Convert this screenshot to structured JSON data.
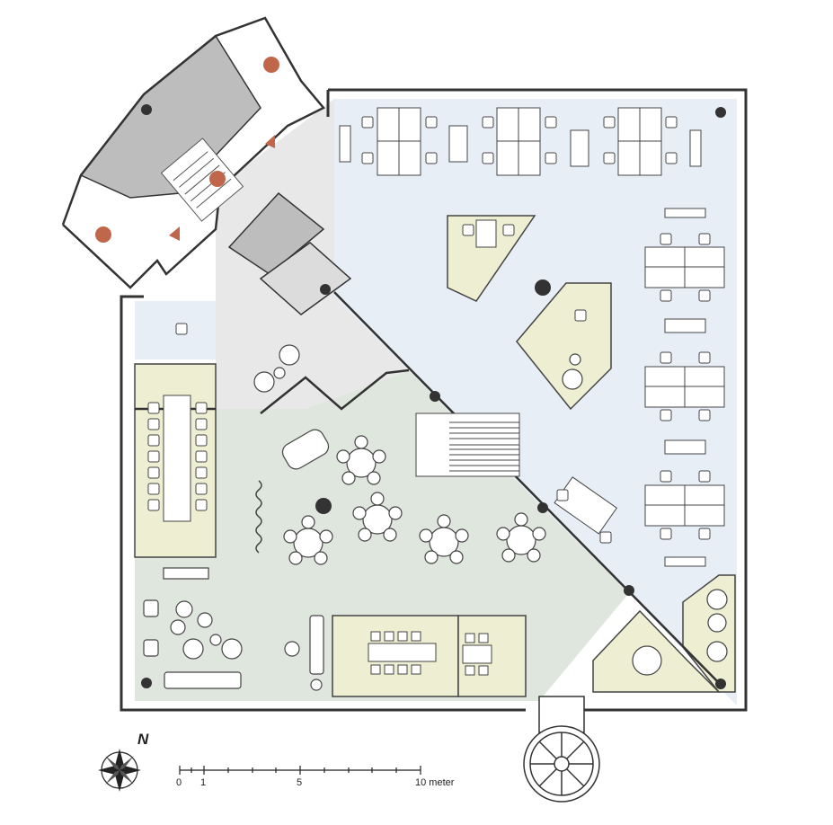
{
  "scale_bar": {
    "label_0": "0",
    "label_1": "1",
    "label_5": "5",
    "label_10": "10 meter"
  },
  "north_arrow": {
    "label": "N"
  },
  "colors": {
    "office_blue": "#e7eef6",
    "lounge_green": "#dfe6dd",
    "meeting_yellow": "#eeeed2",
    "corridor_grey": "#e6e6e6",
    "core_grey": "#bdbdbd",
    "column_dot": "#333333",
    "marker_orange": "#c0664a"
  }
}
